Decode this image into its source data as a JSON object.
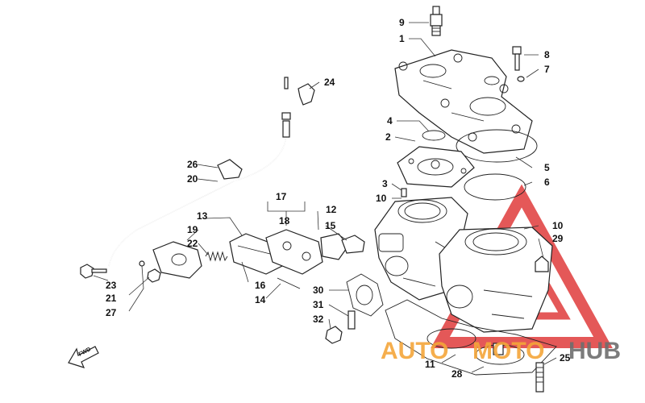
{
  "callouts": {
    "c1": "1",
    "c2": "2",
    "c3": "3",
    "c4": "4",
    "c5": "5",
    "c6": "6",
    "c7": "7",
    "c8": "8",
    "c9": "9",
    "c10a": "10",
    "c10b": "10",
    "c11": "11",
    "c12": "12",
    "c13": "13",
    "c14": "14",
    "c15": "15",
    "c16": "16",
    "c17": "17",
    "c18": "18",
    "c19": "19",
    "c20": "20",
    "c21": "21",
    "c22": "22",
    "c23": "23",
    "c24": "24",
    "c25": "25",
    "c26": "26",
    "c27": "27",
    "c28": "28",
    "c29": "29",
    "c30": "30",
    "c31": "31",
    "c32": "32"
  },
  "direction_marker": "FWD",
  "watermark": {
    "part1": "AUTO",
    "part2": "MOTO",
    "part3": "HUB",
    "color_orange": "#f4a63a",
    "color_gray": "#6e6e6e",
    "color_red": "#e03b3b"
  }
}
